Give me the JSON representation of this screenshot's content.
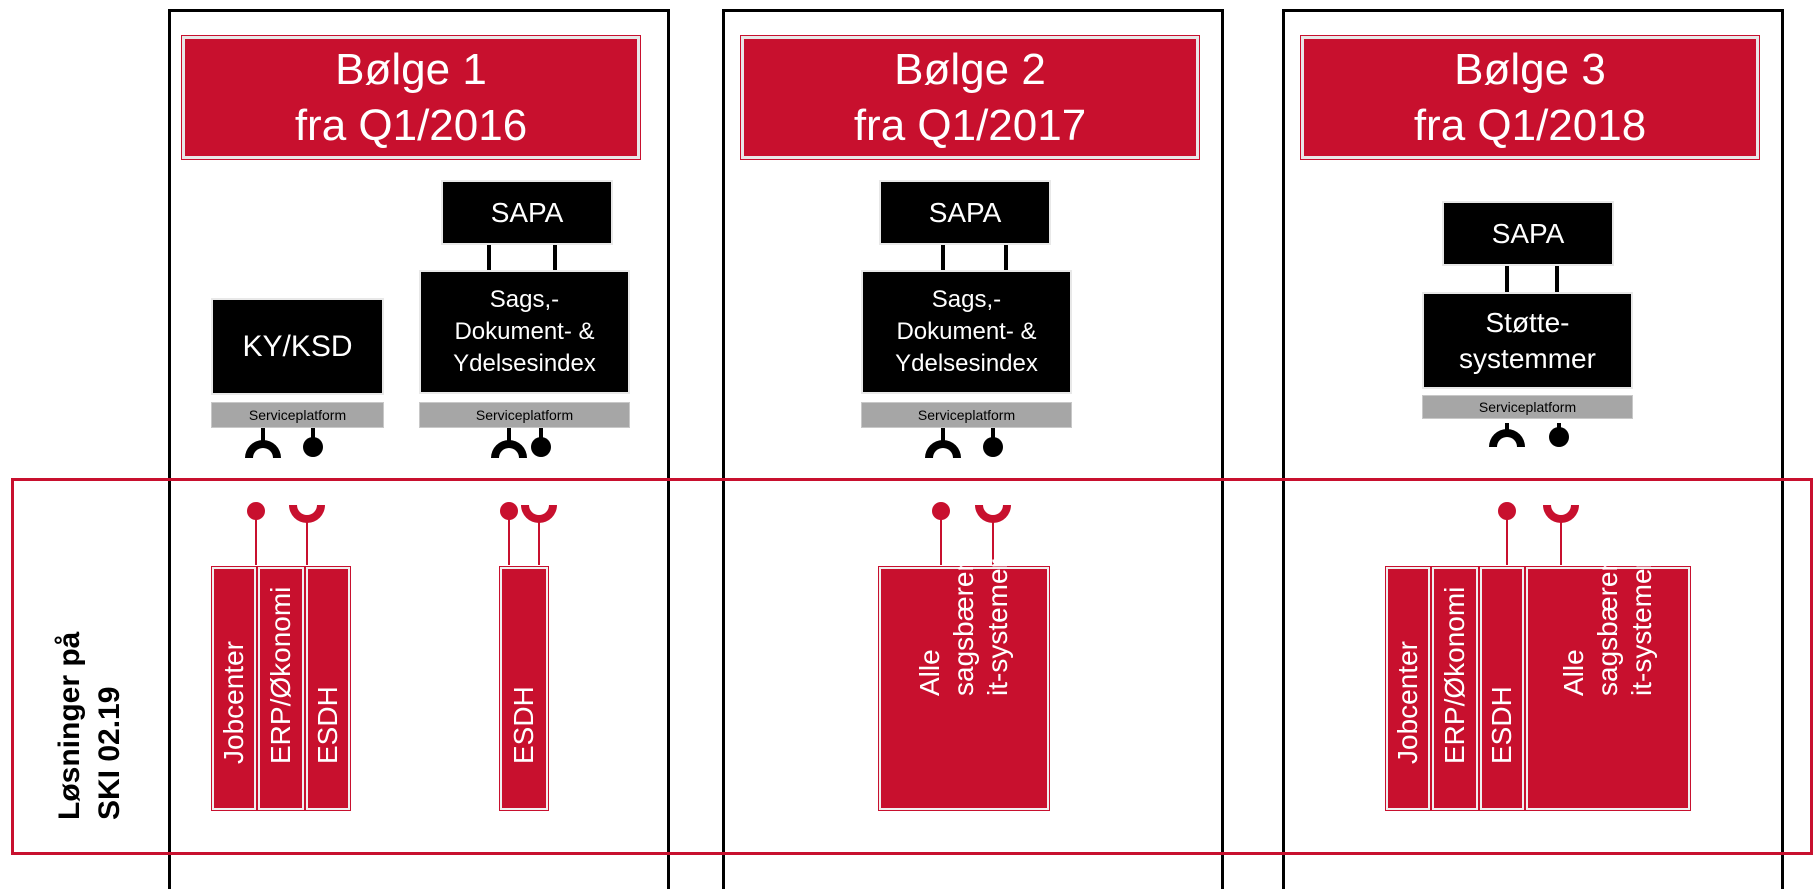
{
  "waves": [
    {
      "title": "Bølge 1\nfra Q1/2016"
    },
    {
      "title": "Bølge 2\nfra Q1/2017"
    },
    {
      "title": "Bølge 3\nfra Q1/2018"
    }
  ],
  "systems": {
    "sapa": "SAPA",
    "kyksd": "KY/KSD",
    "sags_index": "Sags,-\nDokument- &\nYdelsesindex",
    "stotte": "Støtte-\nsystemmer",
    "serviceplatform": "Serviceplatform"
  },
  "solutions": {
    "side_label": "Løsninger på\nSKI 02.19",
    "jobcenter": "Jobcenter",
    "erp": "ERP/Økonomi",
    "esdh": "ESDH",
    "alle": "Alle\nsagsbærende\nit-systemer"
  },
  "colors": {
    "accent_red": "#c8102e",
    "block_black": "#000000",
    "platform_gray": "#a6a6a6"
  }
}
